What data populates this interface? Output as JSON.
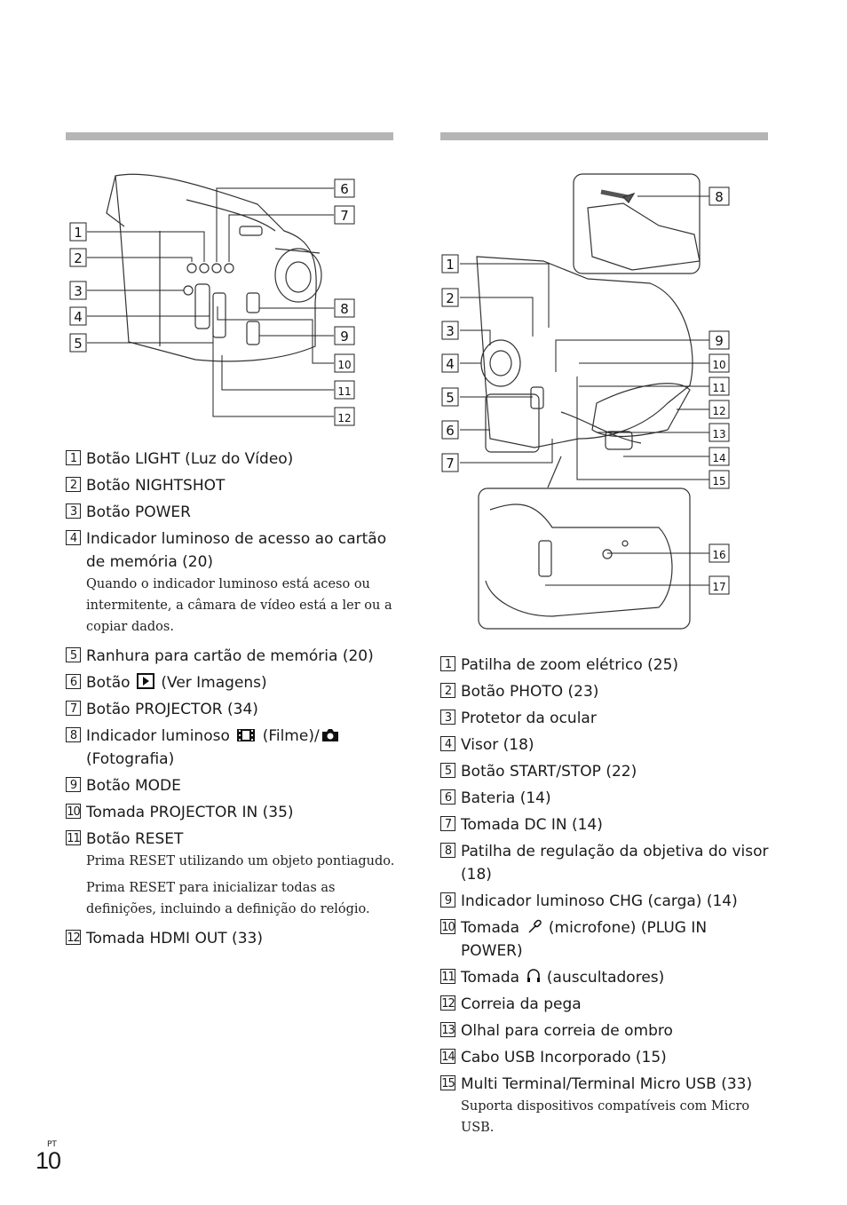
{
  "page": {
    "lang": "PT",
    "number": "10"
  },
  "left_figure": {
    "callouts": [
      "1",
      "2",
      "3",
      "4",
      "5",
      "6",
      "7",
      "8",
      "9",
      "10",
      "11",
      "12"
    ]
  },
  "left_list": [
    {
      "n": "1",
      "label": "Botão LIGHT (Luz do Vídeo)"
    },
    {
      "n": "2",
      "label": "Botão NIGHTSHOT"
    },
    {
      "n": "3",
      "label": "Botão POWER"
    },
    {
      "n": "4",
      "label": "Indicador luminoso de acesso ao cartão de memória (20)",
      "note": "Quando o indicador luminoso está aceso ou intermitente, a câmara de vídeo está a ler ou a copiar dados."
    },
    {
      "n": "5",
      "label": "Ranhura para cartão de memória (20)"
    },
    {
      "n": "6",
      "label_pre": "Botão",
      "icon": "play-icon",
      "label_post": "(Ver Imagens)"
    },
    {
      "n": "7",
      "label": "Botão PROJECTOR (34)"
    },
    {
      "n": "8",
      "label_pre": "Indicador luminoso",
      "icon": "movie-icon",
      "label_mid": "(Filme)/",
      "icon2": "camera-icon",
      "label_post": "(Fotografia)"
    },
    {
      "n": "9",
      "label": "Botão MODE"
    },
    {
      "n": "10",
      "label": "Tomada PROJECTOR IN (35)"
    },
    {
      "n": "11",
      "label": "Botão RESET",
      "note": "Prima RESET utilizando um objeto pontiagudo.",
      "note2": "Prima RESET para inicializar todas as definições, incluindo a definição do relógio."
    },
    {
      "n": "12",
      "label": "Tomada HDMI OUT (33)"
    }
  ],
  "right_figure": {
    "callouts": [
      "1",
      "2",
      "3",
      "4",
      "5",
      "6",
      "7",
      "8",
      "9",
      "10",
      "11",
      "12",
      "13",
      "14",
      "15",
      "16",
      "17"
    ]
  },
  "right_list": [
    {
      "n": "1",
      "label": "Patilha de zoom elétrico (25)"
    },
    {
      "n": "2",
      "label": "Botão PHOTO (23)"
    },
    {
      "n": "3",
      "label": "Protetor da ocular"
    },
    {
      "n": "4",
      "label": "Visor (18)"
    },
    {
      "n": "5",
      "label": "Botão START/STOP (22)"
    },
    {
      "n": "6",
      "label": "Bateria (14)"
    },
    {
      "n": "7",
      "label": "Tomada DC IN (14)"
    },
    {
      "n": "8",
      "label": "Patilha de regulação da objetiva do visor (18)"
    },
    {
      "n": "9",
      "label": "Indicador luminoso CHG (carga) (14)"
    },
    {
      "n": "10",
      "label_pre": "Tomada",
      "icon": "microphone-icon",
      "label_post": "(microfone) (PLUG IN POWER)"
    },
    {
      "n": "11",
      "label_pre": "Tomada",
      "icon": "headphones-icon",
      "label_post": "(auscultadores)"
    },
    {
      "n": "12",
      "label": "Correia da pega"
    },
    {
      "n": "13",
      "label": "Olhal para correia de ombro"
    },
    {
      "n": "14",
      "label": "Cabo USB Incorporado (15)"
    },
    {
      "n": "15",
      "label": "Multi Terminal/Terminal Micro USB (33)",
      "note": "Suporta dispositivos compatíveis com Micro USB."
    }
  ]
}
